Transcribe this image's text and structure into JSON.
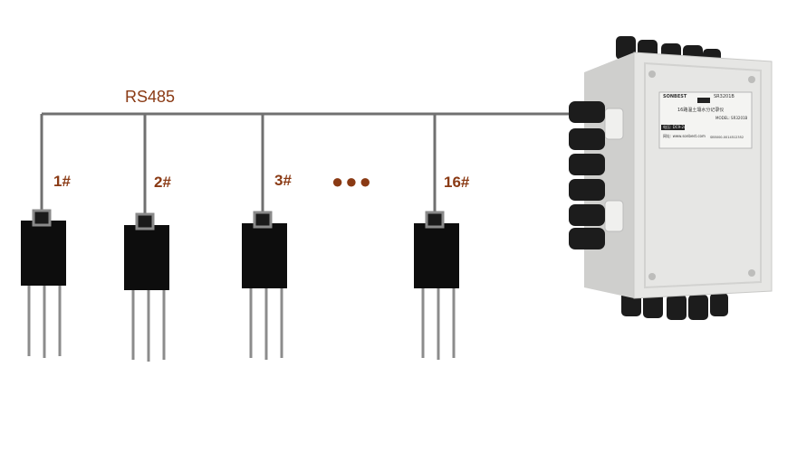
{
  "bus": {
    "label": "RS485"
  },
  "sensors": [
    {
      "label": "1#"
    },
    {
      "label": "2#"
    },
    {
      "label": "3#"
    },
    {
      "label": "16#"
    }
  ],
  "ellipsis": "●●●",
  "device": {
    "brand": "SONBEST",
    "model": "SR3201B",
    "title": "16路温土壤水分记录仪",
    "model_line": "MODEL: SR3201B",
    "spec_line": "电压: DC9-24V",
    "site_line": "网址: www.sonbest.com",
    "barcode_text": "SB5000-0014512352"
  },
  "colors": {
    "wire": "#707070",
    "label": "#8a3a14",
    "sensor": "#0d0d0d",
    "enclosure": "#e4e4e2"
  }
}
